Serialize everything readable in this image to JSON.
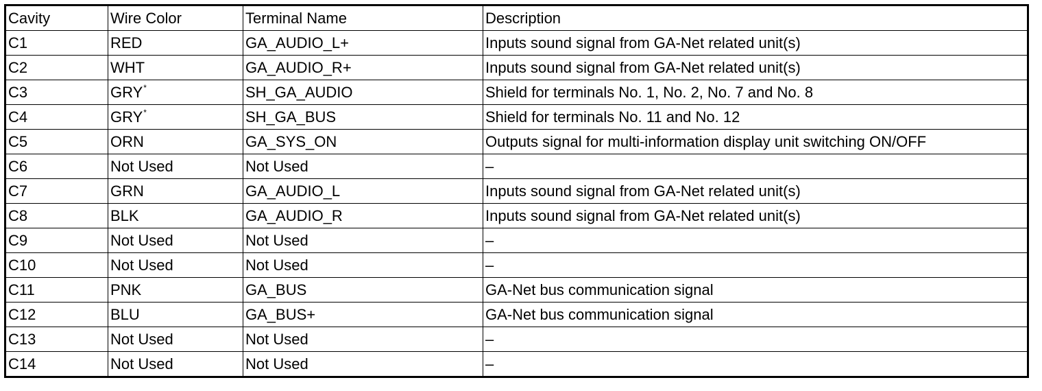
{
  "table": {
    "headers": [
      "Cavity",
      "Wire Color",
      "Terminal Name",
      "Description"
    ],
    "rows": [
      {
        "cavity": "C1",
        "wire": "RED",
        "wire_note": "",
        "terminal": "GA_AUDIO_L+",
        "description": "Inputs sound signal from GA-Net related unit(s)"
      },
      {
        "cavity": "C2",
        "wire": "WHT",
        "wire_note": "",
        "terminal": "GA_AUDIO_R+",
        "description": "Inputs sound signal from GA-Net related unit(s)"
      },
      {
        "cavity": "C3",
        "wire": "GRY",
        "wire_note": "*",
        "terminal": "SH_GA_AUDIO",
        "description": "Shield for terminals No. 1, No. 2, No. 7 and No. 8"
      },
      {
        "cavity": "C4",
        "wire": "GRY",
        "wire_note": "*",
        "terminal": "SH_GA_BUS",
        "description": "Shield for terminals No. 11 and No. 12"
      },
      {
        "cavity": "C5",
        "wire": "ORN",
        "wire_note": "",
        "terminal": "GA_SYS_ON",
        "description": "Outputs signal for multi-information display unit switching ON/OFF"
      },
      {
        "cavity": "C6",
        "wire": "Not Used",
        "wire_note": "",
        "terminal": "Not Used",
        "description": "–"
      },
      {
        "cavity": "C7",
        "wire": "GRN",
        "wire_note": "",
        "terminal": "GA_AUDIO_L",
        "description": "Inputs sound signal from GA-Net related unit(s)"
      },
      {
        "cavity": "C8",
        "wire": "BLK",
        "wire_note": "",
        "terminal": "GA_AUDIO_R",
        "description": "Inputs sound signal from GA-Net related unit(s)"
      },
      {
        "cavity": "C9",
        "wire": "Not Used",
        "wire_note": "",
        "terminal": "Not Used",
        "description": "–"
      },
      {
        "cavity": "C10",
        "wire": "Not Used",
        "wire_note": "",
        "terminal": "Not Used",
        "description": "–"
      },
      {
        "cavity": "C11",
        "wire": "PNK",
        "wire_note": "",
        "terminal": "GA_BUS",
        "description": "GA-Net bus communication signal"
      },
      {
        "cavity": "C12",
        "wire": "BLU",
        "wire_note": "",
        "terminal": "GA_BUS+",
        "description": "GA-Net bus communication signal"
      },
      {
        "cavity": "C13",
        "wire": "Not Used",
        "wire_note": "",
        "terminal": "Not Used",
        "description": "–"
      },
      {
        "cavity": "C14",
        "wire": "Not Used",
        "wire_note": "",
        "terminal": "Not Used",
        "description": "–"
      }
    ]
  }
}
